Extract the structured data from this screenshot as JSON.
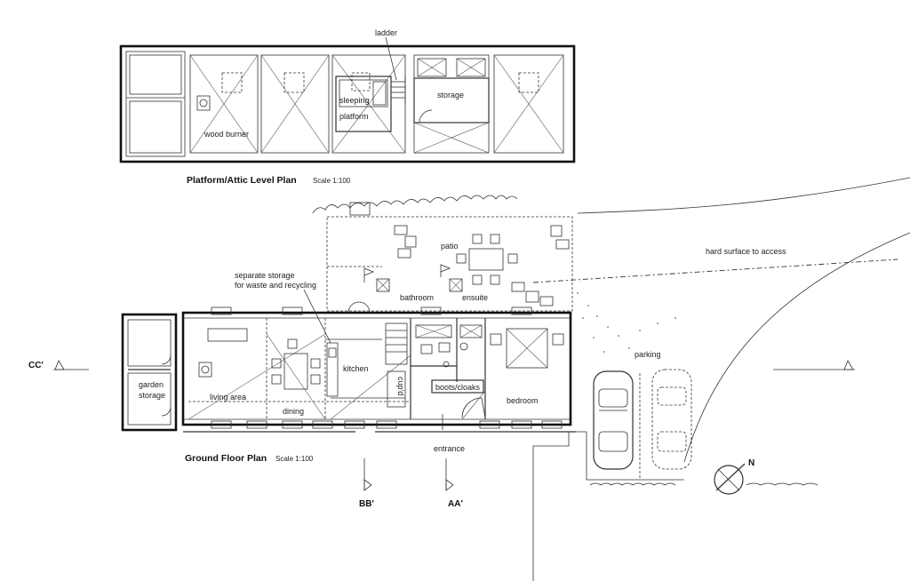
{
  "attic": {
    "title": "Platform/Attic Level Plan",
    "scale": "Scale 1:100",
    "labels": {
      "ladder": "ladder",
      "sleeping": "sleeping",
      "platform": "platform",
      "storage": "storage",
      "wood_burner": "wood burner"
    }
  },
  "ground": {
    "title": "Ground Floor Plan",
    "scale": "Scale 1:100",
    "labels": {
      "separate_storage_1": "separate storage",
      "separate_storage_2": "for waste and recycling",
      "patio": "patio",
      "bathroom": "bathroom",
      "ensuite": "ensuite",
      "living_area": "living area",
      "dining": "dining",
      "kitchen": "kitchen",
      "cupd": "cup'd",
      "boots_cloaks": "boots/cloaks",
      "bedroom": "bedroom",
      "garden_1": "garden",
      "garden_2": "storage",
      "entrance": "entrance"
    }
  },
  "site": {
    "hard_surface": "hard surface to access",
    "parking": "parking",
    "north": "N"
  },
  "sections": {
    "cc": "CC'",
    "bb": "BB'",
    "aa": "AA'"
  }
}
